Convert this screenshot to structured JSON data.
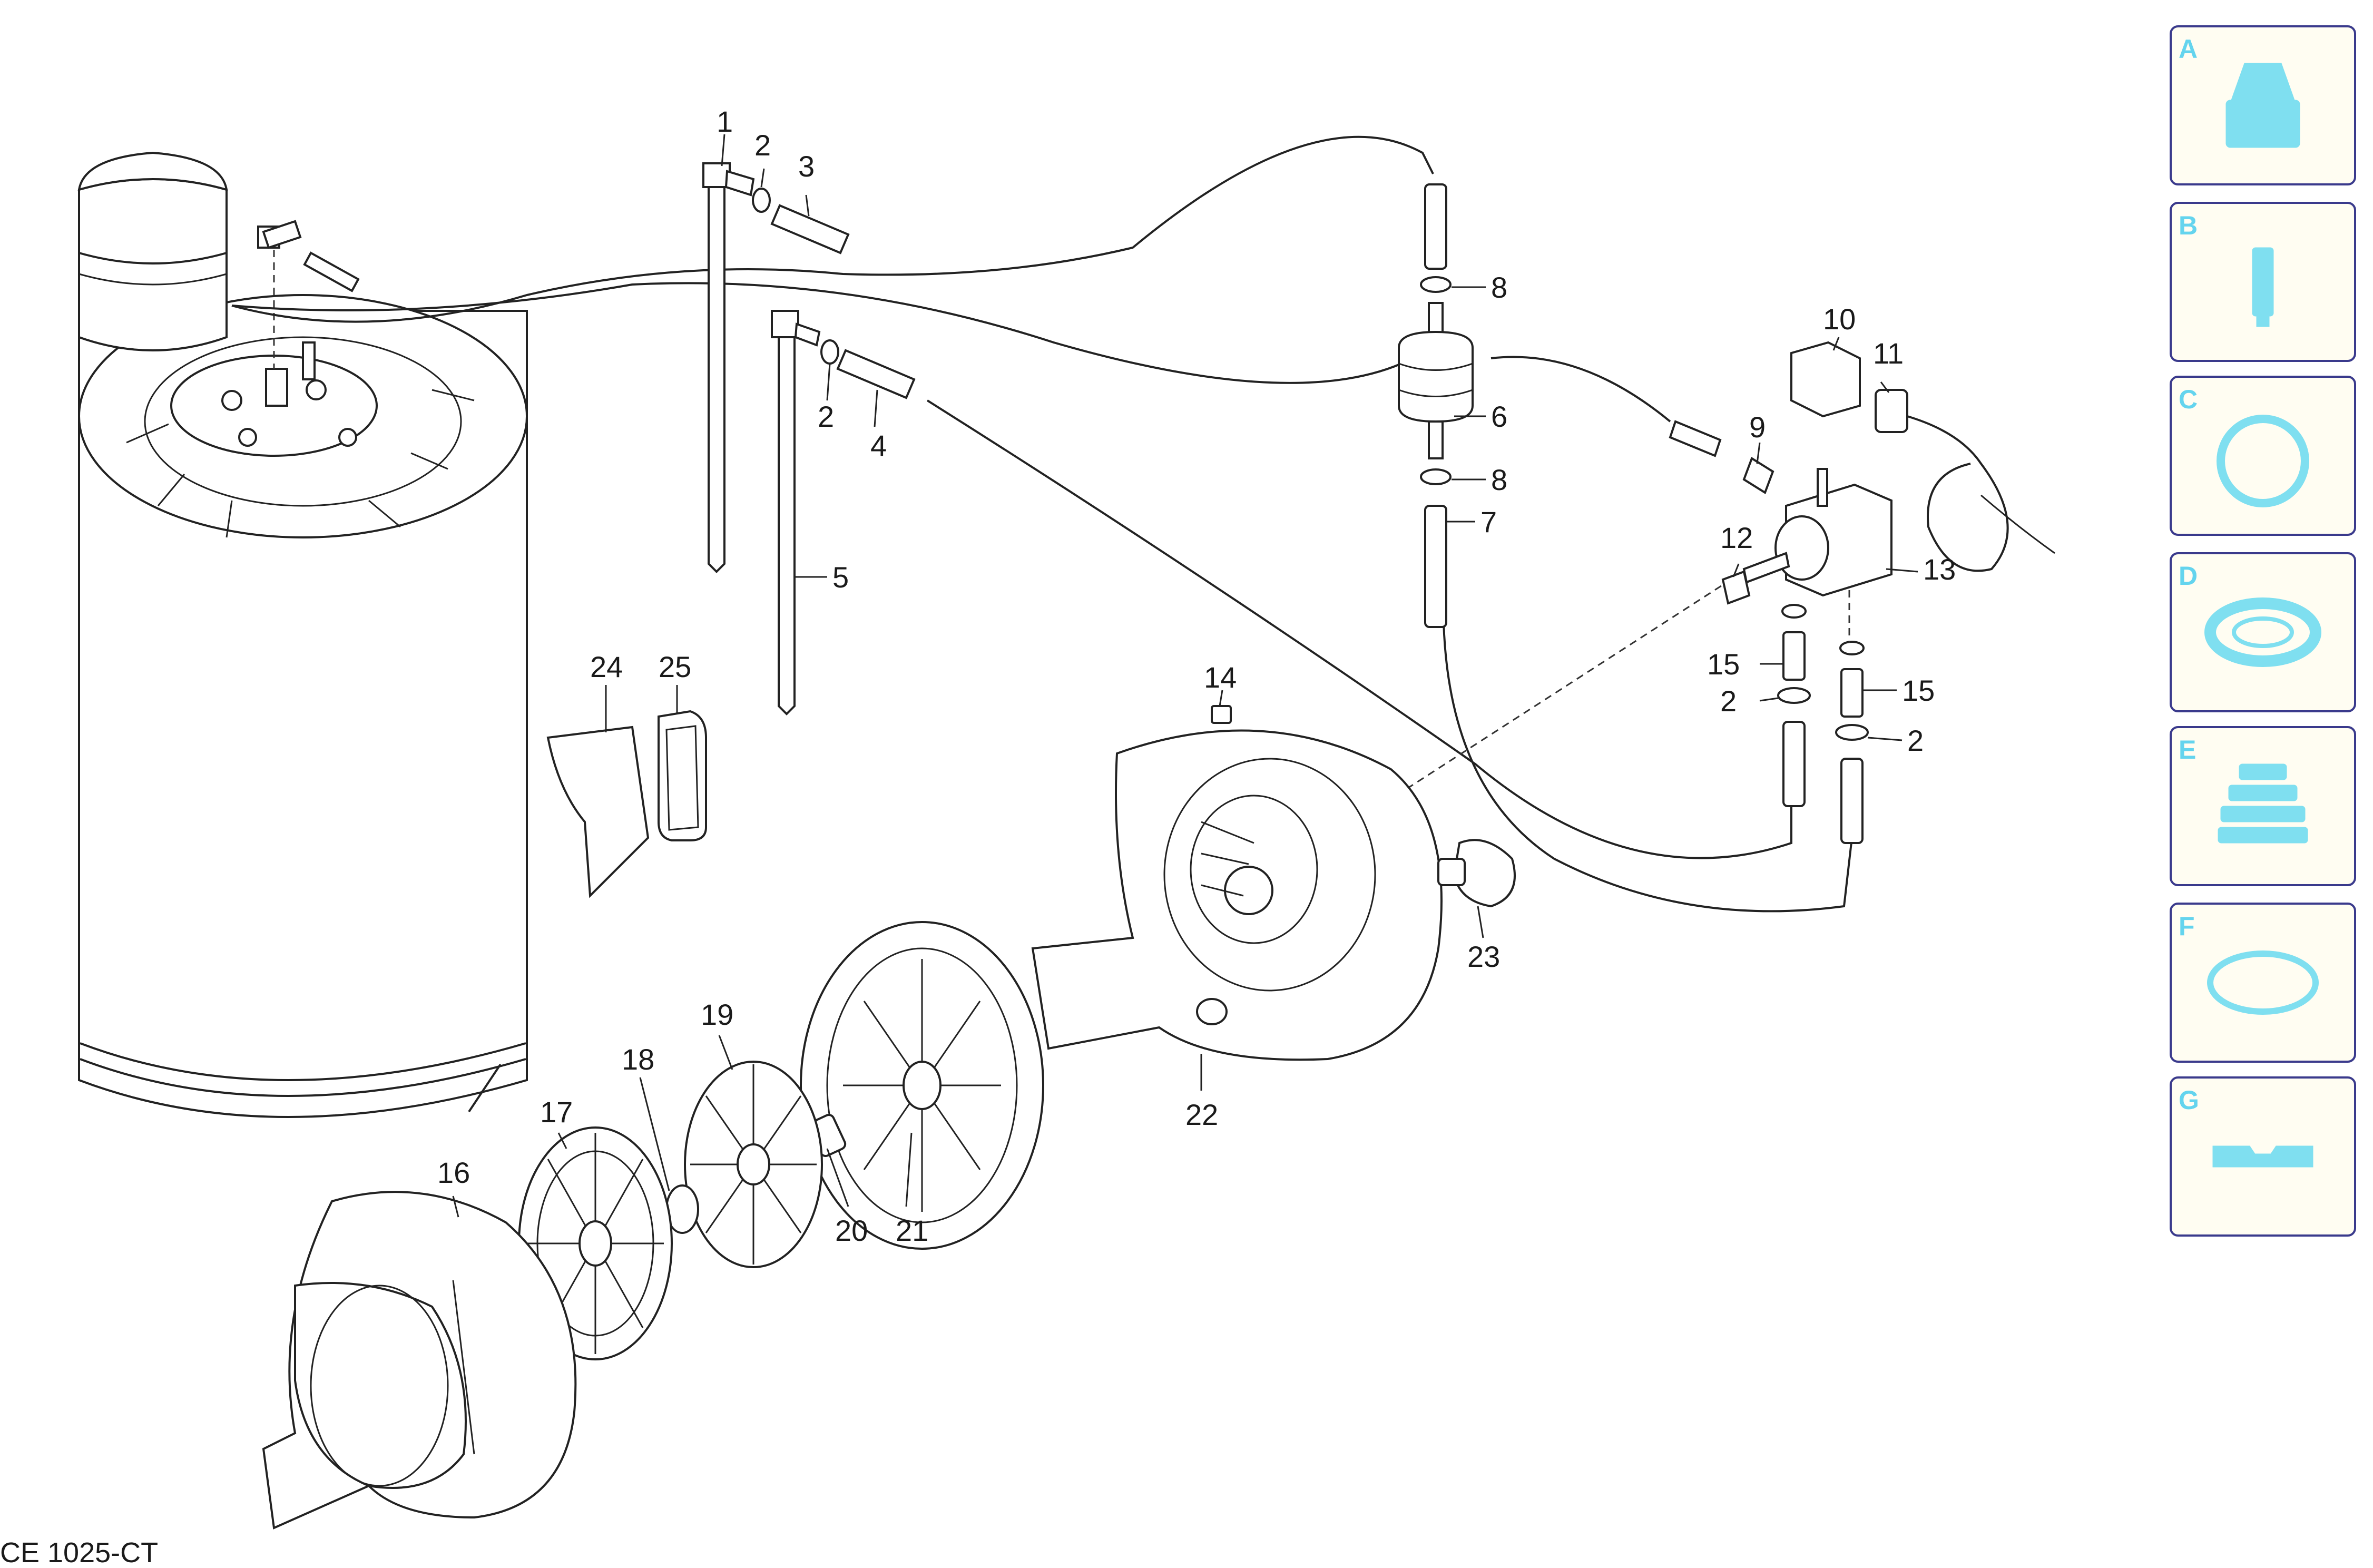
{
  "document_code": "CE  1025-CT",
  "callouts": [
    "1",
    "2",
    "3",
    "2",
    "4",
    "5",
    "6",
    "7",
    "8",
    "8",
    "9",
    "10",
    "11",
    "12",
    "13",
    "14",
    "15",
    "15",
    "2",
    "2",
    "16",
    "17",
    "18",
    "19",
    "20",
    "21",
    "22",
    "23",
    "24",
    "25"
  ],
  "side_tabs": [
    {
      "letter": "A",
      "icon": "nozzle-icon"
    },
    {
      "letter": "B",
      "icon": "cylinder-part-icon"
    },
    {
      "letter": "C",
      "icon": "o-ring-icon"
    },
    {
      "letter": "D",
      "icon": "seal-ring-icon"
    },
    {
      "letter": "E",
      "icon": "bellows-icon"
    },
    {
      "letter": "F",
      "icon": "gasket-icon"
    },
    {
      "letter": "G",
      "icon": "plate-icon"
    }
  ],
  "colors": {
    "tab_accent": "#64d4ee",
    "tab_border": "#3a3a8c",
    "tab_background": "#fffdf2",
    "line": "#222222"
  }
}
